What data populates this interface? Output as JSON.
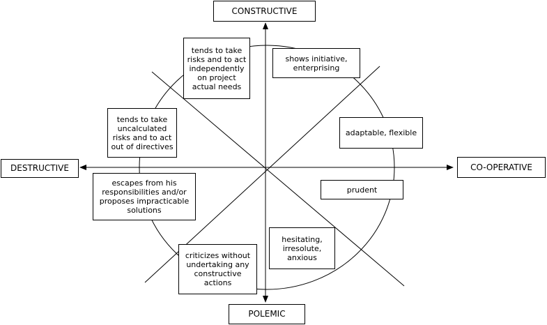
{
  "axes": {
    "top": "CONSTRUCTIVE",
    "bottom": "POLEMIC",
    "left": "DESTRUCTIVE",
    "right": "CO-OPERATIVE"
  },
  "boxes": {
    "risks_independent": "tends to take risks and to act independently on project actual needs",
    "initiative": "shows initiative, enterprising",
    "uncalculated": "tends to take uncalculated risks and to act out of directives",
    "adaptable": "adaptable, flexible",
    "escapes": "escapes from his responsibilities and/or proposes impracticable solutions",
    "prudent": "prudent",
    "hesitating": "hesitating, irresolute, anxious",
    "criticizes": "criticizes without undertaking any constructive actions"
  },
  "colors": {
    "line": "#000000",
    "background": "#ffffff"
  }
}
